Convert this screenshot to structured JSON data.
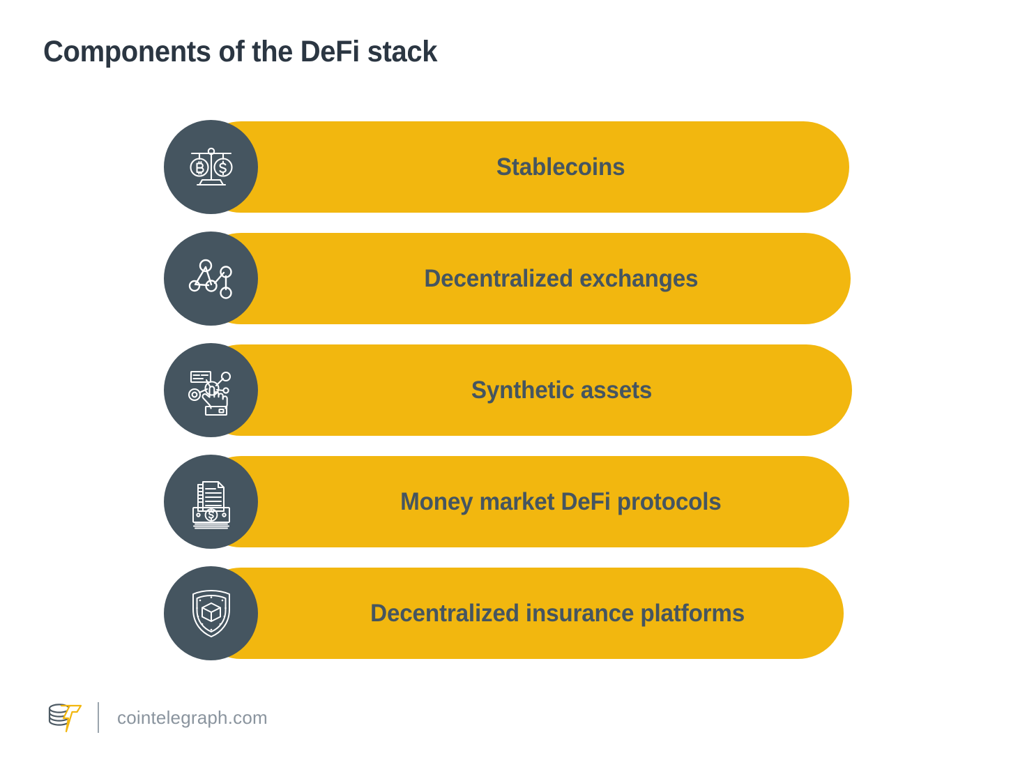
{
  "page": {
    "title": "Components of the DeFi stack",
    "background_color": "#FFFFFF",
    "accent_color": "#F2B70F",
    "dark_color": "#455560",
    "title_color": "#2B3642"
  },
  "rows": [
    {
      "label": "Stablecoins",
      "icon": "balance-scale-bitcoin-dollar-icon"
    },
    {
      "label": "Decentralized exchanges",
      "icon": "network-nodes-icon"
    },
    {
      "label": "Synthetic assets",
      "icon": "hand-pointer-network-icon"
    },
    {
      "label": "Money market DeFi protocols",
      "icon": "document-banknotes-dollar-icon"
    },
    {
      "label": "Decentralized insurance platforms",
      "icon": "shield-cube-icon"
    }
  ],
  "footer": {
    "logo": "cointelegraph-logo",
    "url": "cointelegraph.com",
    "logo_coin_color": "#4D5A64",
    "logo_bolt_color": "#F2B70F",
    "url_color": "#8A949E"
  }
}
